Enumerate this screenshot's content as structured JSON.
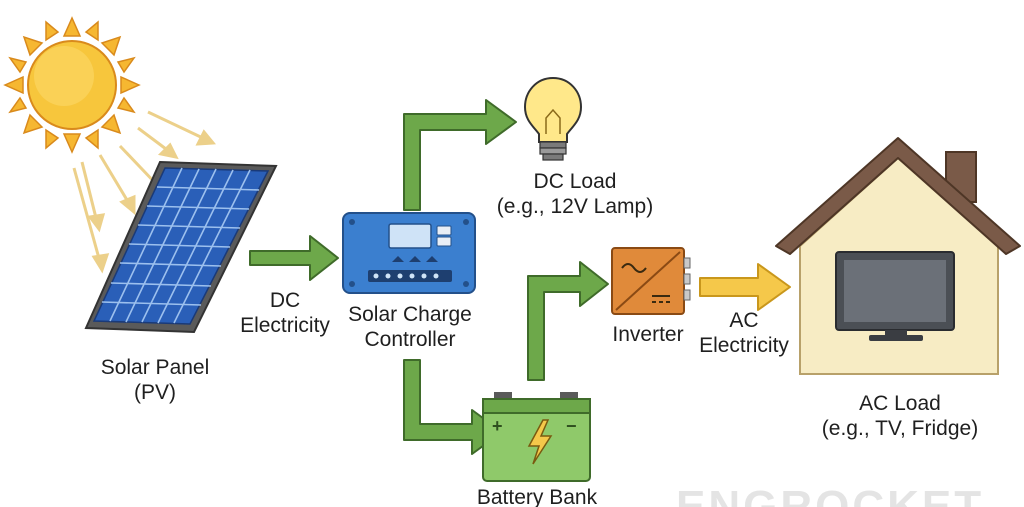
{
  "labels": {
    "solar_panel": "Solar Panel",
    "solar_panel_sub": "(PV)",
    "dc_electricity_1": "DC",
    "dc_electricity_2": "Electricity",
    "controller_1": "Solar Charge",
    "controller_2": "Controller",
    "dc_load_1": "DC Load",
    "dc_load_2": "(e.g., 12V Lamp)",
    "battery": "Battery Bank",
    "inverter": "Inverter",
    "ac_electricity_1": "AC",
    "ac_electricity_2": "Electricity",
    "ac_load_1": "AC Load",
    "ac_load_2": "(e.g., TV, Fridge)"
  },
  "watermark": "ENGROCKET",
  "colors": {
    "sun": "#f5c23a",
    "sun_outline": "#d98a1c",
    "panel": "#2a5fb8",
    "panel_frame": "#4a4a4a",
    "green_arrow": "#6da84a",
    "green_arrow_outline": "#3f6b2a",
    "yellow_arrow": "#f5c84a",
    "controller": "#3b7fcf",
    "battery": "#8fc96a",
    "inverter": "#e08a3a",
    "house_wall": "#f7ecc4",
    "house_roof": "#7a5a48",
    "tv": "#4b4f55",
    "bulb": "#ffe88a"
  }
}
